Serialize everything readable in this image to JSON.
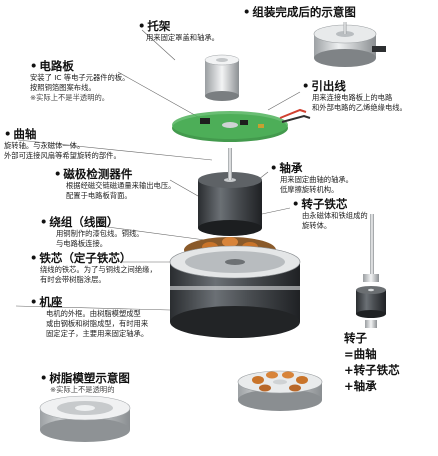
{
  "labels": {
    "bracket": {
      "title": "托架",
      "desc": [
        "用来固定罩盖和轴承。"
      ]
    },
    "assembled": {
      "title": "组装完成后的示意图"
    },
    "circuit_board": {
      "title": "电路板",
      "desc": [
        "安装了 IC 等电子元器件的板。",
        "按照铜箔图案布线。"
      ],
      "note": "※实际上不是半透明的。"
    },
    "lead_wire": {
      "title": "引出线",
      "desc": [
        "用来连接电路板上的电路",
        "和外部电路的乙烯绝缘电线。"
      ]
    },
    "shaft": {
      "title": "曲轴",
      "desc": [
        "旋转轴。与永磁体一体。",
        "外部可连接风扇等希望旋转的部件。"
      ]
    },
    "bearing": {
      "title": "轴承",
      "desc": [
        "用来固定曲轴的轴承。",
        "低摩擦旋转机构。"
      ]
    },
    "hall_sensor": {
      "title": "磁极检测器件",
      "desc": [
        "根据经磁交链磁通量来输出电压。",
        "配置于电路板背面。"
      ]
    },
    "rotor_core": {
      "title": "转子铁芯",
      "desc": [
        "由永磁体和铁组成的",
        "旋转体。"
      ]
    },
    "winding": {
      "title": "绕组（线圈）",
      "desc": [
        "用铜制作的漆包线。铜线。",
        "与电路板连接。"
      ]
    },
    "stator_core": {
      "title": "铁芯（定子铁芯）",
      "desc": [
        "绕线的铁芯。为了与铜线之间绝缘，",
        "有时会带树脂涂层。"
      ]
    },
    "housing": {
      "title": "机座",
      "desc": [
        "电机的外框。由树脂模塑成型",
        "或由钢板和树脂成型，有时用来",
        "固定定子，主要用来固定轴承。"
      ]
    },
    "resin_mold": {
      "title": "树脂模塑示意图",
      "note": "※实际上不是透明的"
    }
  },
  "rotor_summary": [
    "转子",
    "=曲轴",
    "+转子铁芯",
    "+轴承"
  ],
  "colors": {
    "dark_metal": "#3c4043",
    "mid_metal": "#8e9295",
    "light_metal": "#d9dcde",
    "coil_copper": "#c9742a",
    "pcb_green": "#2f8f3a",
    "leader": "#555555"
  }
}
